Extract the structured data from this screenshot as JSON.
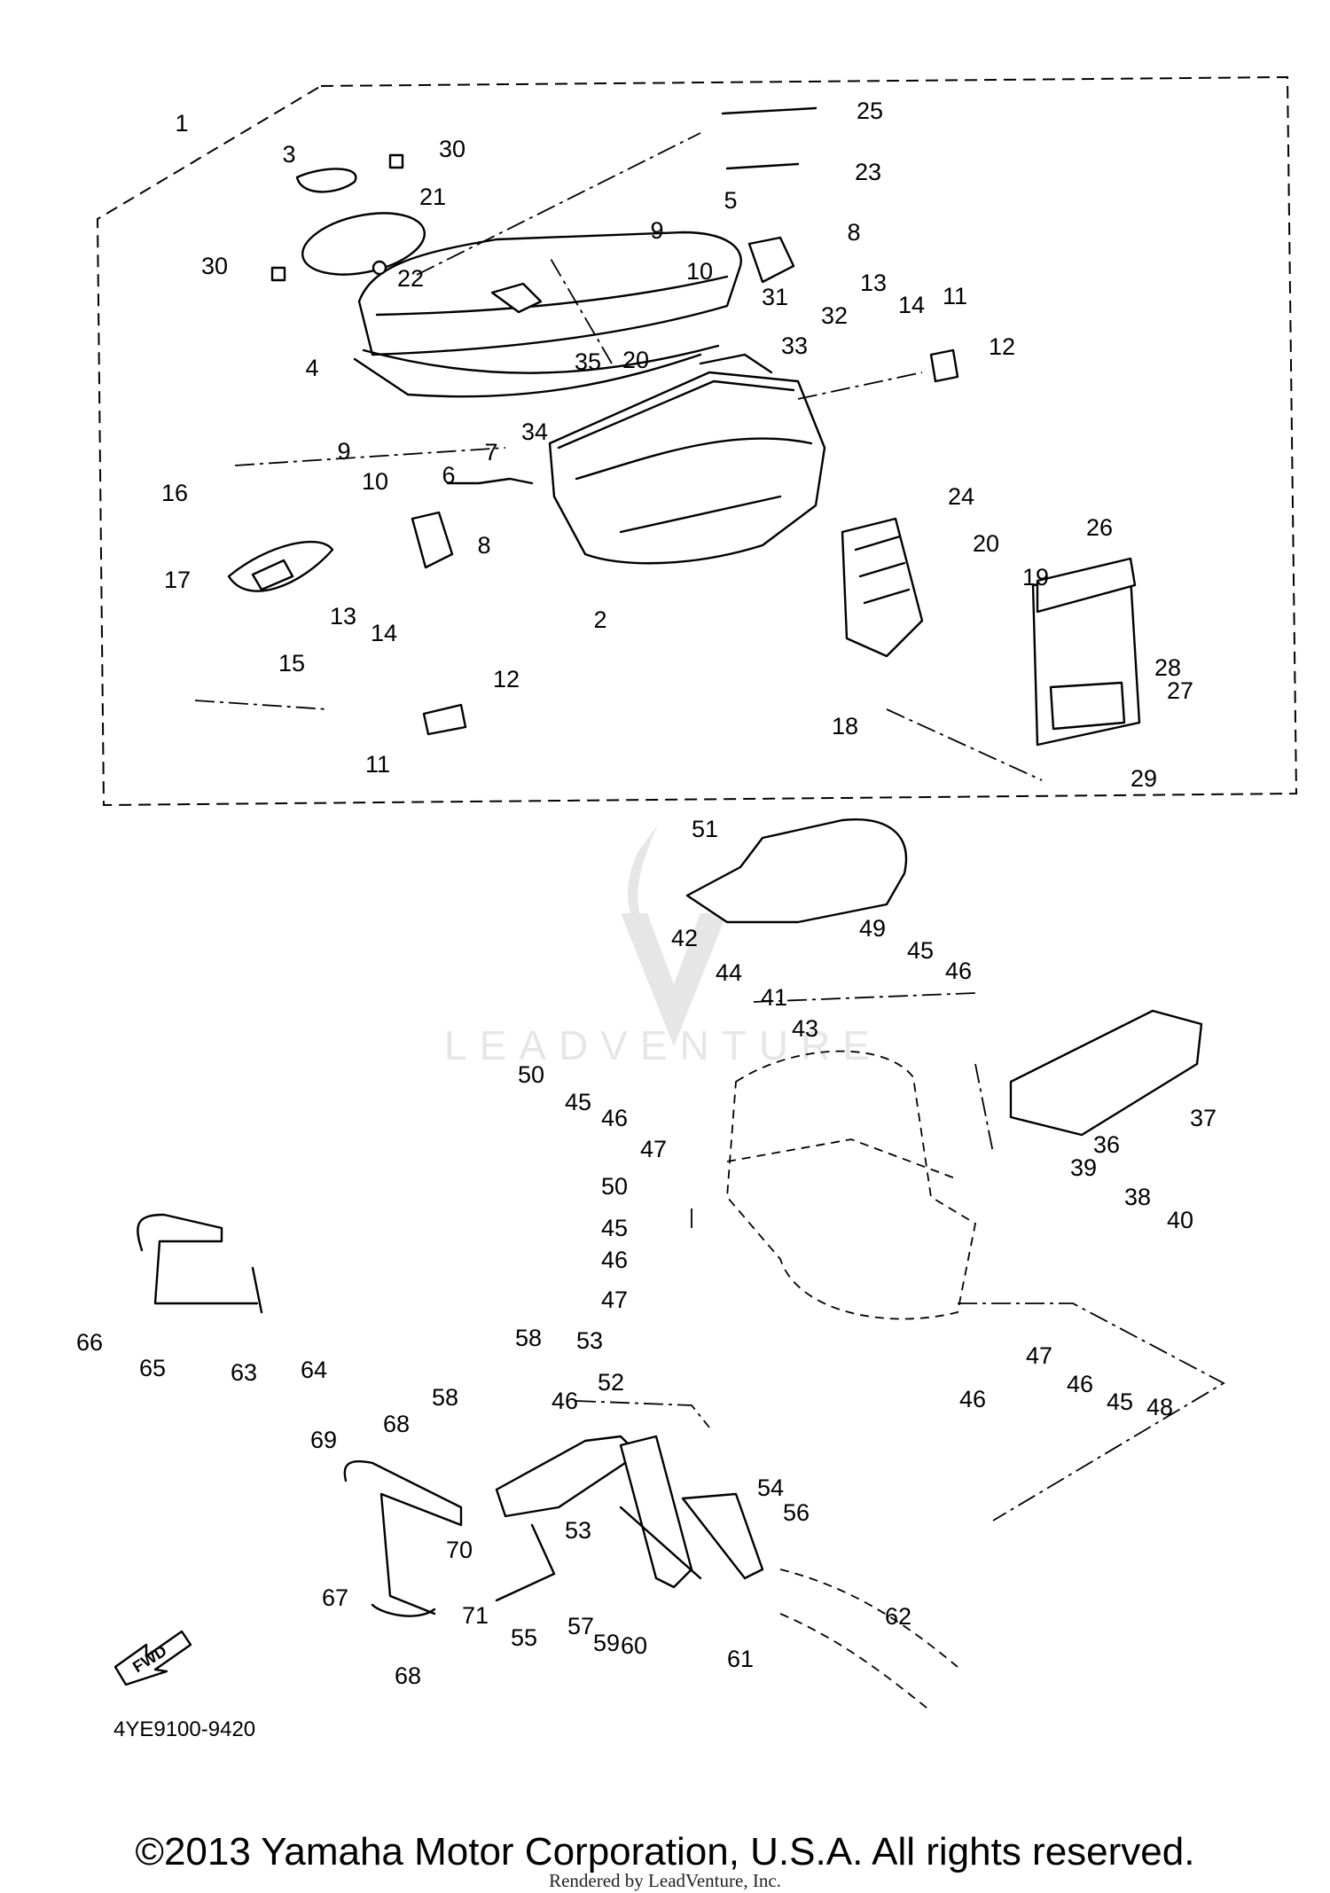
{
  "diagram": {
    "code": "4YE9100-9420",
    "fwd_label": "FWD",
    "watermark": "LEADVENTURE",
    "copyright": "©2013 Yamaha Motor Corporation, U.S.A. All rights reserved.",
    "rendered_by": "Rendered by LeadVenture, Inc."
  },
  "callouts": [
    "1",
    "3",
    "30",
    "21",
    "30",
    "22",
    "4",
    "25",
    "23",
    "9",
    "5",
    "10",
    "8",
    "13",
    "14",
    "11",
    "12",
    "32",
    "33",
    "31",
    "35",
    "20",
    "34",
    "9",
    "10",
    "6",
    "7",
    "8",
    "16",
    "17",
    "15",
    "13",
    "14",
    "12",
    "11",
    "2",
    "24",
    "20",
    "19",
    "26",
    "18",
    "28",
    "27",
    "29",
    "51",
    "49",
    "45",
    "46",
    "42",
    "44",
    "41",
    "43",
    "50",
    "45",
    "46",
    "47",
    "36",
    "37",
    "50",
    "45",
    "46",
    "47",
    "39",
    "38",
    "40",
    "47",
    "46",
    "45",
    "48",
    "66",
    "65",
    "63",
    "64",
    "58",
    "53",
    "52",
    "58",
    "68",
    "69",
    "53",
    "54",
    "56",
    "70",
    "67",
    "71",
    "57",
    "59",
    "60",
    "55",
    "68",
    "61",
    "62",
    "46",
    "46"
  ]
}
